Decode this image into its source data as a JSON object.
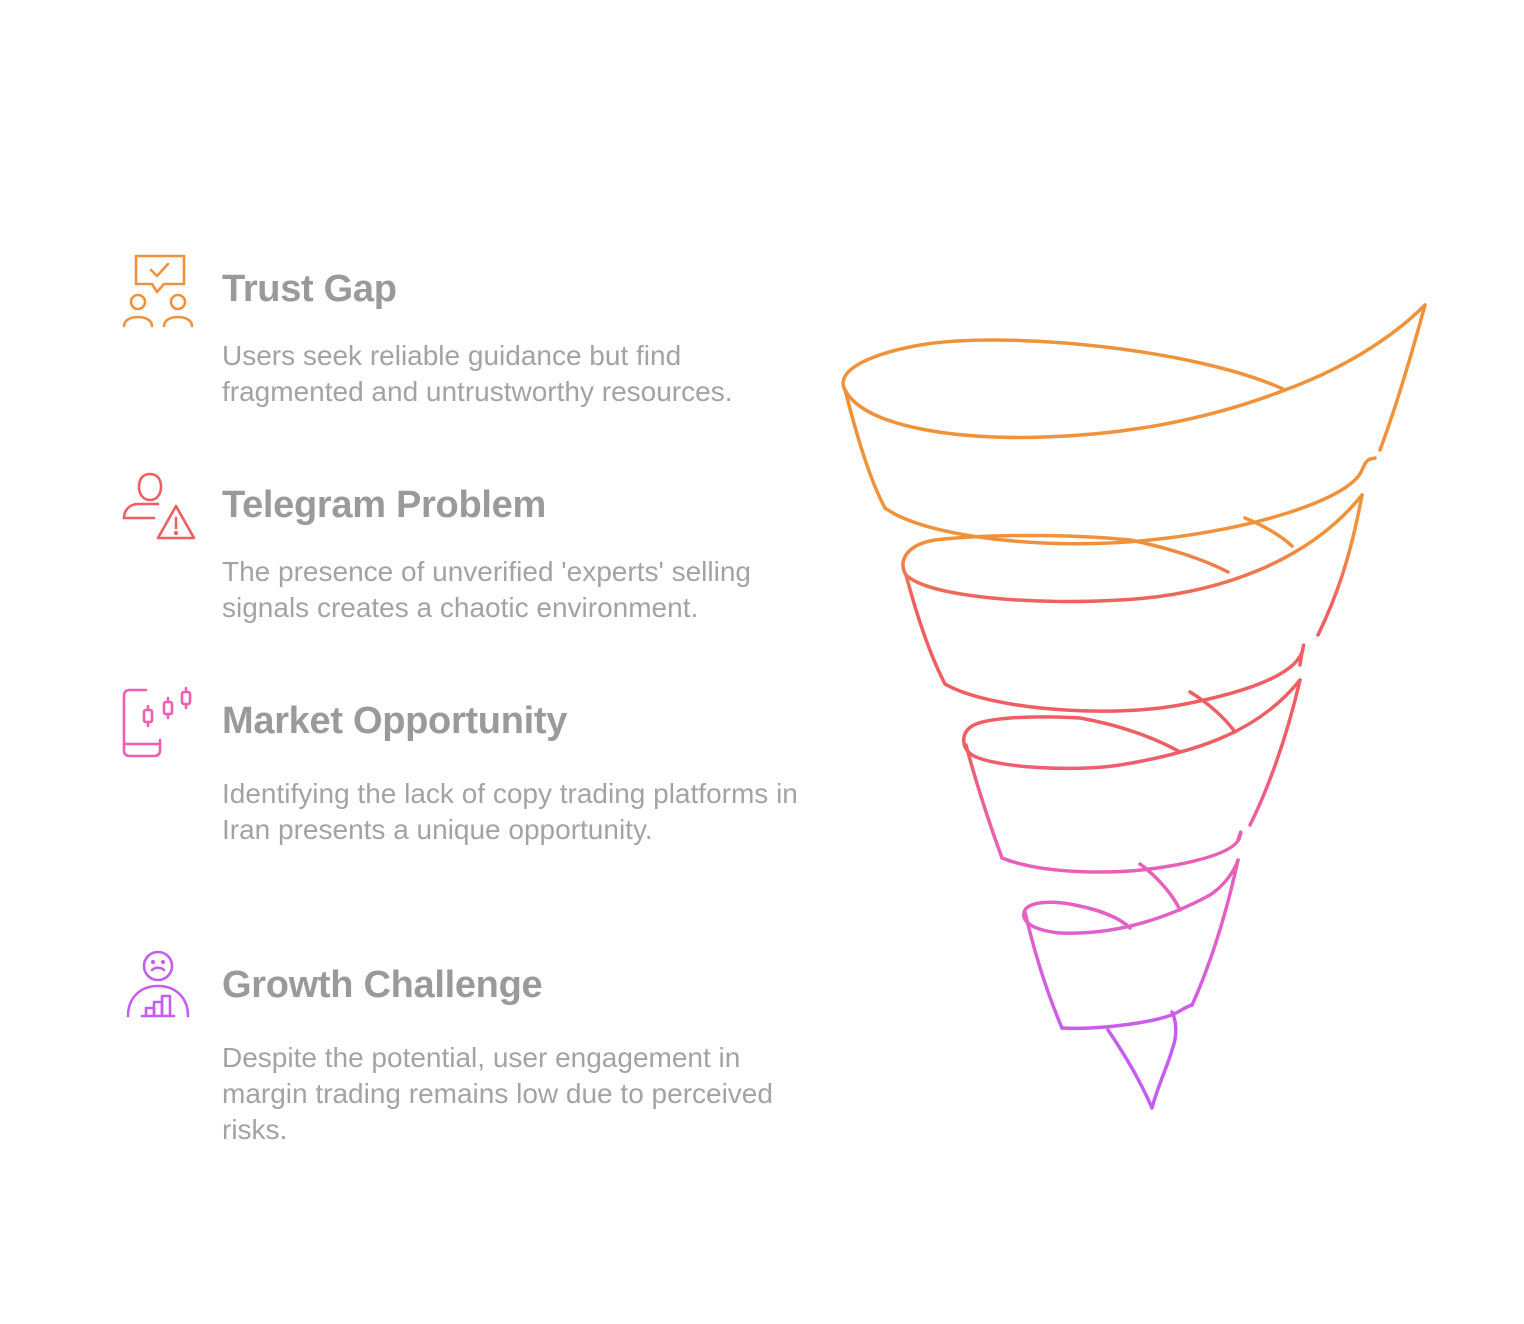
{
  "items": [
    {
      "title": "Trust Gap",
      "desc": "Users seek reliable guidance but find fragmented and untrustworthy resources.",
      "icon": "trust-feedback-icon",
      "color": "#F0923A"
    },
    {
      "title": "Telegram Problem",
      "desc": "The presence of unverified 'experts' selling signals creates a chaotic environment.",
      "icon": "user-warning-icon",
      "color": "#EE5E62"
    },
    {
      "title": "Market Opportunity",
      "desc": "Identifying the lack of copy trading platforms in Iran presents a unique opportunity.",
      "icon": "mobile-candlestick-icon",
      "color": "#EC5FB2"
    },
    {
      "title": "Growth Challenge",
      "desc": "Despite the potential, user engagement in margin trading remains low due to perceived risks.",
      "icon": "sad-user-growth-icon",
      "color": "#C45EEE"
    }
  ]
}
